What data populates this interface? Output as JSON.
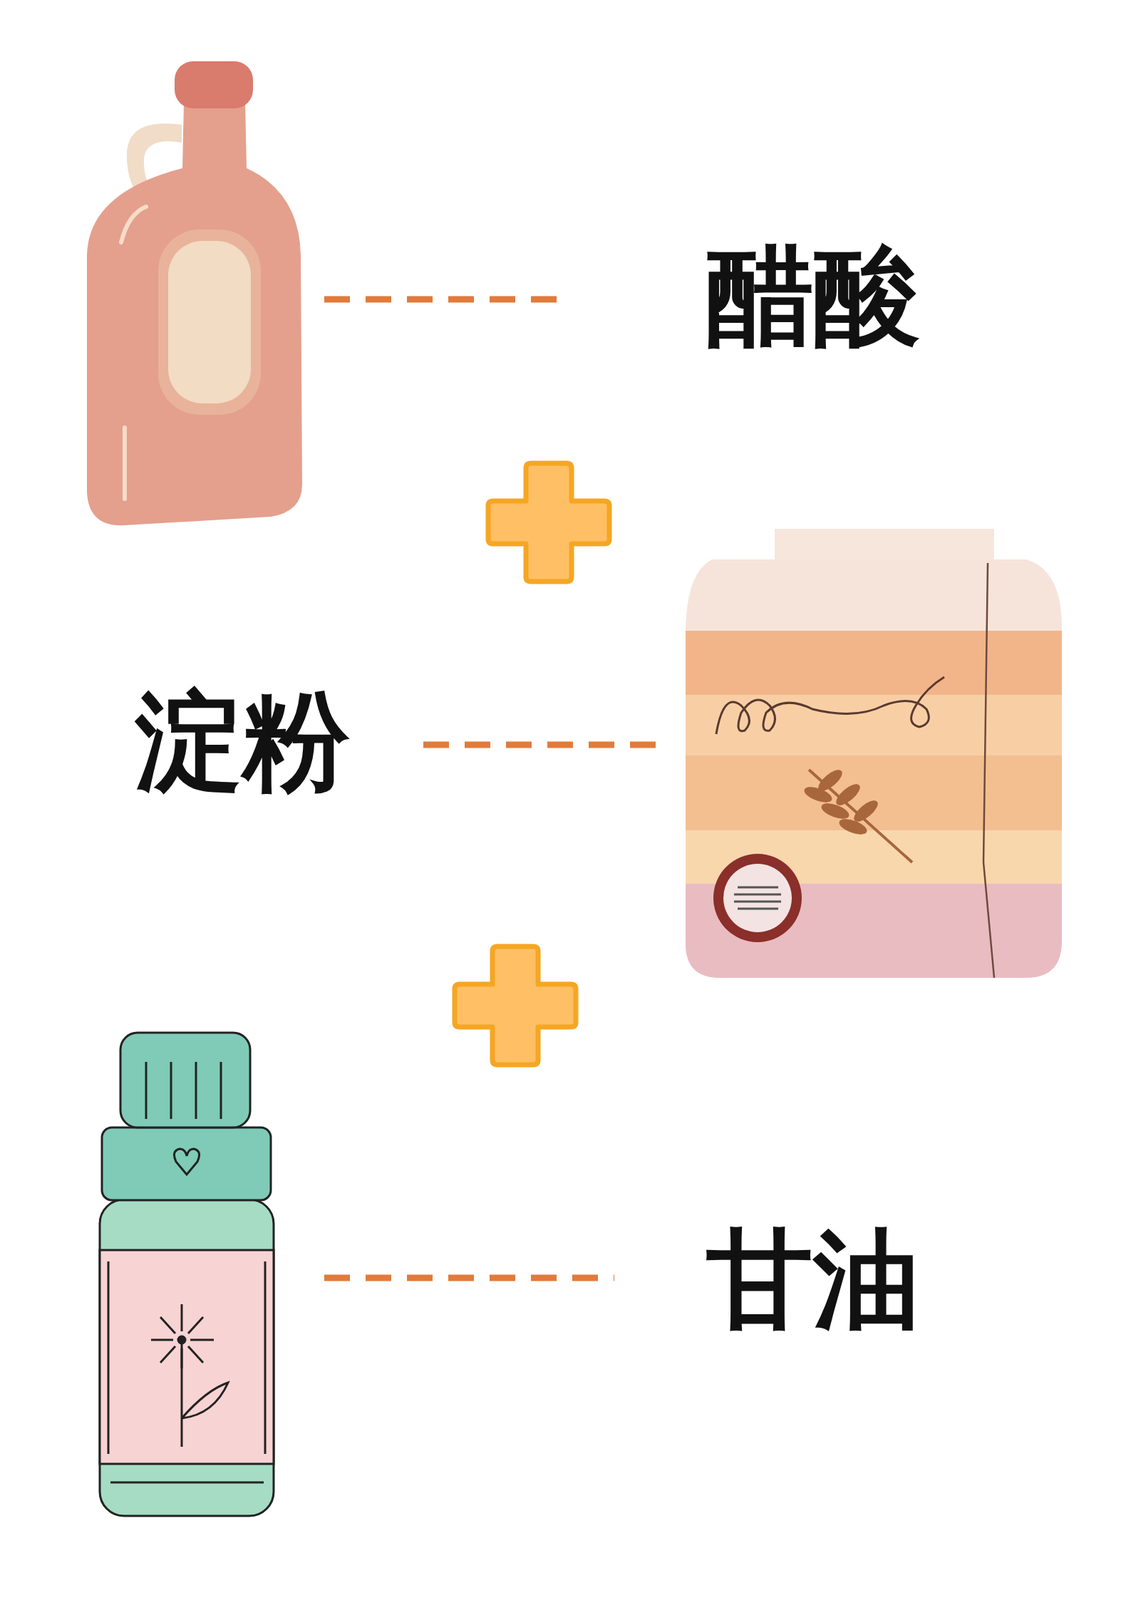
{
  "diagram": {
    "labels": [
      "醋酸",
      "淀粉",
      "甘油"
    ]
  }
}
